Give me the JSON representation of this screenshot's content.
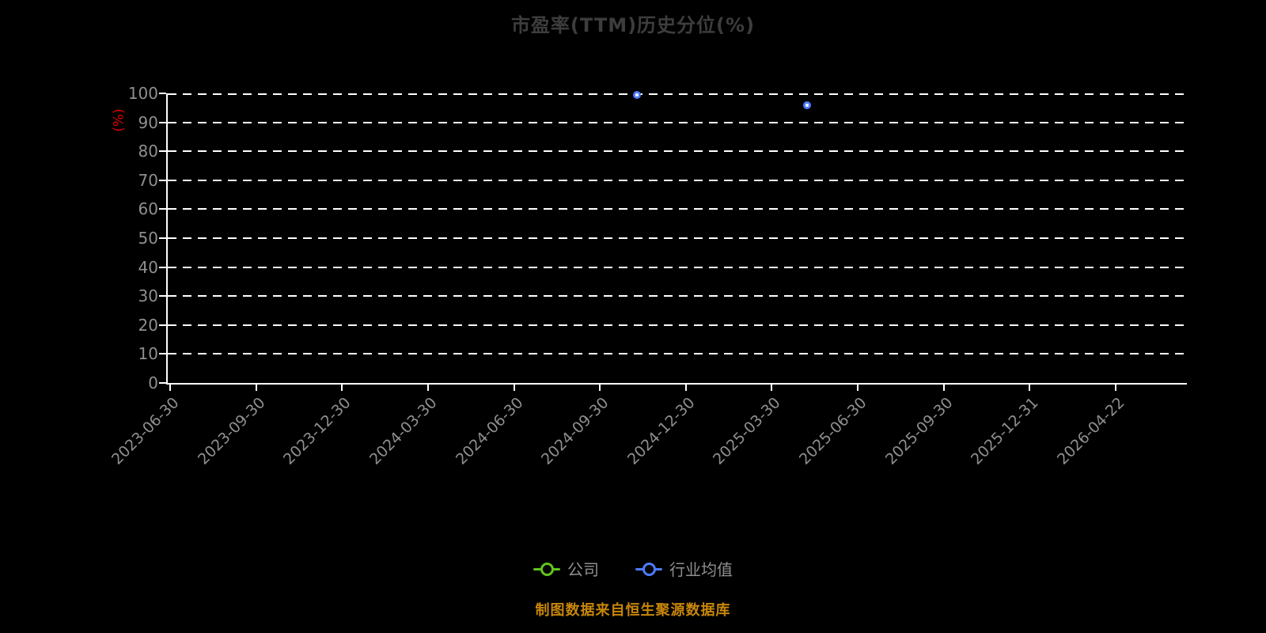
{
  "title": "市盈率(TTM)历史分位(%)",
  "source": "制图数据来自恒生聚源数据库",
  "chart_data": {
    "type": "scatter",
    "title": "市盈率(TTM)历史分位(%)",
    "xlabel": "",
    "ylabel": "(%)",
    "ylim": [
      0,
      100
    ],
    "y_ticks": [
      0,
      10,
      20,
      30,
      40,
      50,
      60,
      70,
      80,
      90,
      100
    ],
    "grid": "dashed-white-horizontal",
    "legend_position": "bottom",
    "background": "#000000",
    "categories": [
      "2023-06-30",
      "2023-09-30",
      "2023-12-30",
      "2024-03-30",
      "2024-06-30",
      "2024-09-30",
      "2024-12-30",
      "2025-03-30",
      "2025-06-30",
      "2025-09-30",
      "2025-12-31",
      "2026-04-22"
    ],
    "x_start_frac": 0.004,
    "x_step_frac": 0.0842,
    "series": [
      {
        "name": "公司",
        "color": "#62c41c",
        "points": []
      },
      {
        "name": "行业均值",
        "color": "#4d7bfe",
        "points": [
          {
            "x_frac": 0.461,
            "x_near": "2024-10",
            "value": 99.5
          },
          {
            "x_frac": 0.628,
            "x_near": "2025-04",
            "value": 96
          }
        ]
      }
    ]
  },
  "colors": {
    "background": "#000000",
    "grid": "#ffffff",
    "axis": "#ffffff",
    "tick_label": "#8f8f8f",
    "title": "#3d3d3d",
    "ylabel": "#e00000",
    "source": "#c8860a",
    "series_company": "#62c41c",
    "series_industry": "#4d7bfe"
  }
}
